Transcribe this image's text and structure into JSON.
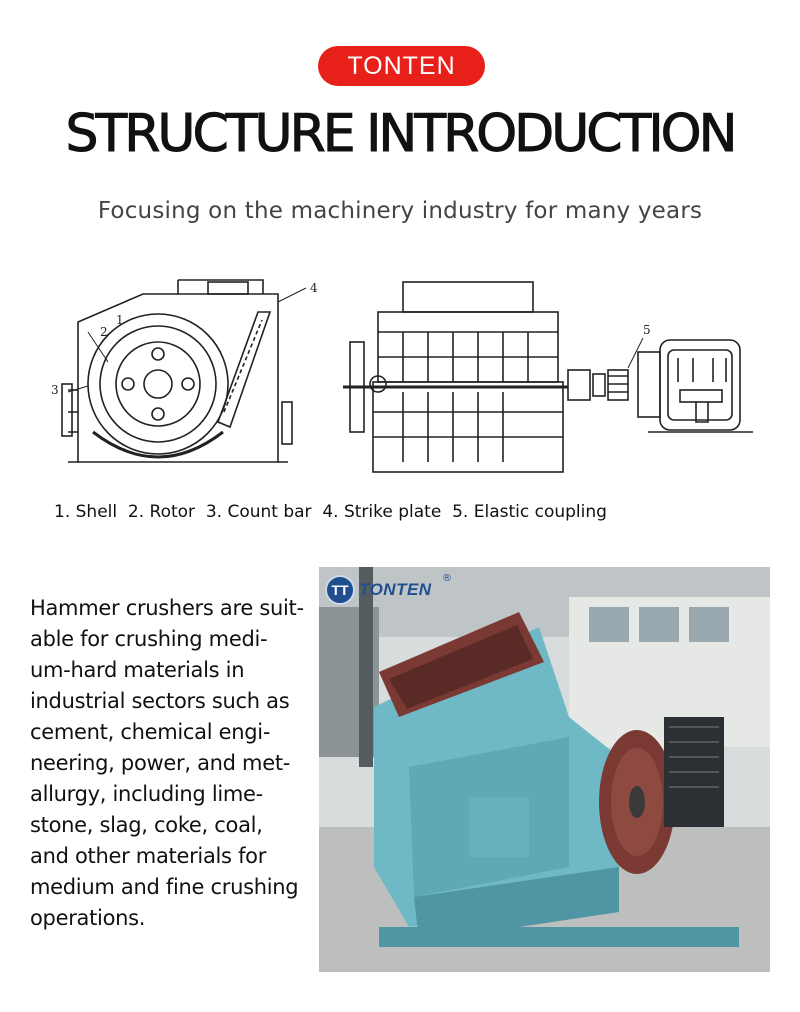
{
  "brand": {
    "label": "TONTEN"
  },
  "header": {
    "title": "STRUCTURE INTRODUCTION",
    "subtitle": "Focusing on the machinery industry for many years"
  },
  "diagram": {
    "callouts": [
      "1",
      "2",
      "3",
      "4",
      "5"
    ],
    "legend": "1. Shell  2. Rotor  3. Count bar  4. Strike plate  5. Elastic coupling"
  },
  "description": {
    "lines": [
      "Hammer crushers are suit-",
      "able for crushing medi-",
      "um-hard materials in",
      "industrial sectors such as",
      "cement, chemical engi-",
      "neering, power, and met-",
      "allurgy, including lime-",
      "stone, slag, coke, coal,",
      "and other materials for",
      "medium and fine crushing",
      "operations."
    ]
  },
  "photo": {
    "logo_mark": "TT",
    "logo_text": "TONTEN",
    "logo_reg": "®"
  },
  "colors": {
    "brand_red": "#e8201a",
    "machine_blue": "#6fb9c6",
    "machine_rust": "#7a3a33",
    "logo_blue": "#1f4f8f"
  }
}
